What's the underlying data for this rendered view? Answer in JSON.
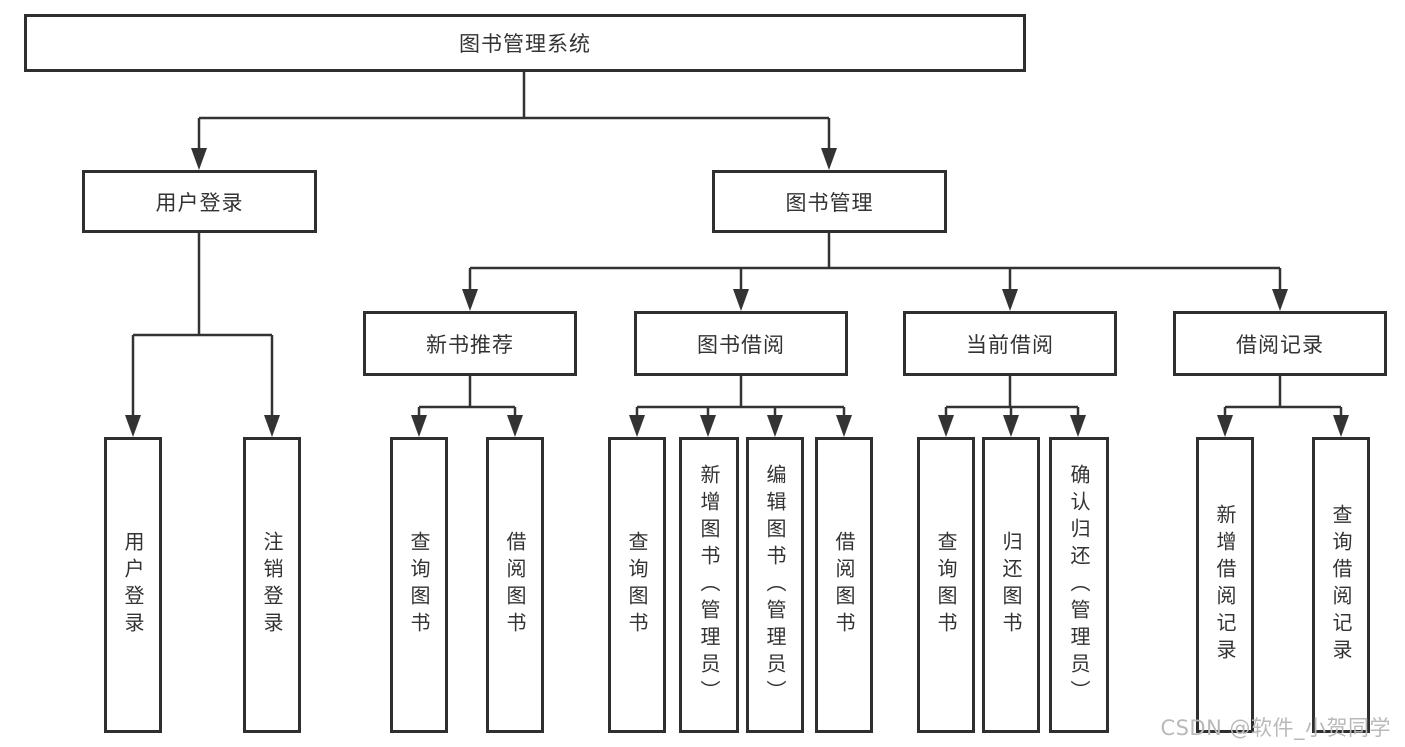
{
  "diagram": {
    "title": "library-management-system-function-structure",
    "root": {
      "label": "图书管理系统"
    },
    "level2": [
      {
        "label": "用户登录"
      },
      {
        "label": "图书管理"
      }
    ],
    "level3": [
      {
        "label": "新书推荐"
      },
      {
        "label": "图书借阅"
      },
      {
        "label": "当前借阅"
      },
      {
        "label": "借阅记录"
      }
    ],
    "leafGroups": [
      {
        "parent": "用户登录",
        "items": [
          {
            "label": "用户登录"
          },
          {
            "label": "注销登录"
          }
        ]
      },
      {
        "parent": "新书推荐",
        "items": [
          {
            "label": "查询图书"
          },
          {
            "label": "借阅图书"
          }
        ]
      },
      {
        "parent": "图书借阅",
        "items": [
          {
            "label": "查询图书"
          },
          {
            "label": "新增图书（管理员）"
          },
          {
            "label": "编辑图书（管理员）"
          },
          {
            "label": "借阅图书"
          }
        ]
      },
      {
        "parent": "当前借阅",
        "items": [
          {
            "label": "查询图书"
          },
          {
            "label": "归还图书"
          },
          {
            "label": "确认归还（管理员）"
          }
        ]
      },
      {
        "parent": "借阅记录",
        "items": [
          {
            "label": "新增借阅记录"
          },
          {
            "label": "查询借阅记录"
          }
        ]
      }
    ]
  },
  "watermark": {
    "text": "CSDN @软件_小贺同学"
  },
  "colors": {
    "line": "#333333",
    "boxBorder": "#2f2f2f",
    "boxFill": "#ffffff",
    "text": "#333333",
    "watermark": "#b9b9bb",
    "background": "#ffffff"
  }
}
